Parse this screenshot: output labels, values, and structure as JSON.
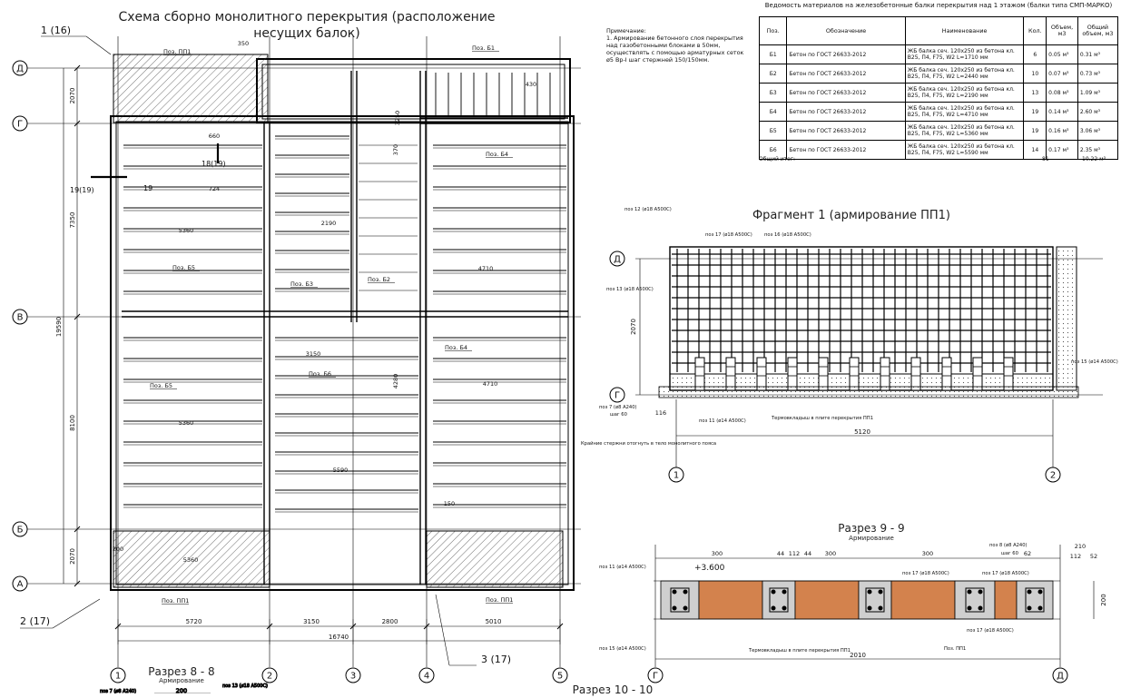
{
  "main_title": "Схема сборно монолитного перекрытия (расположение несущих балок)",
  "fragment_title": "Фрагмент 1 (армирование ПП1)",
  "section99_title": "Разрез 9 - 9",
  "section99_sub": "Армирование",
  "section88_title": "Разрез 8 - 8",
  "section88_sub": "Армирование",
  "section1010_title": "Разрез 10 - 10",
  "note": {
    "heading": "Примечание:",
    "text": "1. Армирование бетонного слоя перекрытия над газобетонными блоками в 50мм, осуществлять с помощью арматурных сеток ø5 Вр-I шаг стержней 150/150мм."
  },
  "table": {
    "caption": "Ведомость материалов на железобетонные балки перекрытия над 1 этажом (балки типа СМП-МАРКО)",
    "headers": [
      "Поз.",
      "Обозначение",
      "Наименование",
      "Кол.",
      "Объем, м3",
      "Общий объем, м3"
    ],
    "rows": [
      [
        "Б1",
        "Бетон по ГОСТ 26633-2012",
        "ЖБ балка сеч. 120х250 из бетона кл. В25, П4, F75, W2 L=1710 мм",
        "6",
        "0.05 м³",
        "0.31 м³"
      ],
      [
        "Б2",
        "Бетон по ГОСТ 26633-2012",
        "ЖБ балка сеч. 120х250 из бетона кл. В25, П4, F75, W2 L=2440 мм",
        "10",
        "0.07 м³",
        "0.73 м³"
      ],
      [
        "Б3",
        "Бетон по ГОСТ 26633-2012",
        "ЖБ балка сеч. 120х250 из бетона кл. В25, П4, F75, W2 L=2190 мм",
        "13",
        "0.08 м³",
        "1.09 м³"
      ],
      [
        "Б4",
        "Бетон по ГОСТ 26633-2012",
        "ЖБ балка сеч. 120х250 из бетона кл. В25, П4, F75, W2 L=4710 мм",
        "19",
        "0.14 м³",
        "2.60 м³"
      ],
      [
        "Б5",
        "Бетон по ГОСТ 26633-2012",
        "ЖБ балка сеч. 120х250 из бетона кл. В25, П4, F75, W2 L=5360 мм",
        "19",
        "0.16 м³",
        "3.06 м³"
      ],
      [
        "Б6",
        "Бетон по ГОСТ 26633-2012",
        "ЖБ балка сеч. 120х250 из бетона кл. В25, П4, F75, W2 L=5590 мм",
        "14",
        "0.17 м³",
        "2.35 м³"
      ]
    ],
    "total_label": "Общий итог:",
    "total_count": "81",
    "total_volume": "10.22 м³"
  },
  "plan": {
    "axes_rows": [
      "Д",
      "Г",
      "В",
      "Б",
      "А"
    ],
    "axes_cols": [
      "1",
      "2",
      "3",
      "4",
      "5"
    ],
    "callouts": [
      "1 (16)",
      "2 (17)",
      "3 (17)",
      "19(19)",
      "18(19)",
      "19"
    ],
    "dims_bottom": [
      "5720",
      "3150",
      "2800",
      "5010"
    ],
    "dim_total": "16740",
    "dims_left": [
      "2070",
      "7350",
      "8100",
      "2070"
    ],
    "dim_left_total": "19590",
    "labels": [
      "Поз. ПП1",
      "Поз. Б1",
      "Поз. Б4",
      "Поз. Б5",
      "Поз. Б3",
      "Поз. Б2",
      "Поз. Б4",
      "Поз. Б5",
      "Поз. Б6",
      "Поз. ПП1",
      "Поз. ПП1"
    ],
    "spans": [
      "5360",
      "2190",
      "4710",
      "3150",
      "4710",
      "5360",
      "5590",
      "5360",
      "724",
      "660",
      "350",
      "430",
      "150",
      "200",
      "3250",
      "370",
      "4280"
    ]
  },
  "fragment": {
    "labels": [
      "поз 12 (ø18 А500С)",
      "поз 17 (ø18 А500С)",
      "поз 16 (ø18 А500С)",
      "поз 13 (ø18 А500С)",
      "поз 7 (ø8 А240)",
      "шаг 60",
      "поз 11 (ø14 А500С)",
      "Термовкладыш в плите перекрытия ПП1",
      "Крайние стержни отогнуть в тело монолитного пояса",
      "поз 15 (ø14 А500С)"
    ],
    "dim": "5120",
    "dim_v": "2070",
    "dim_small": "116",
    "axes": [
      "Д",
      "Г",
      "1",
      "2"
    ]
  },
  "section99": {
    "level": "+3.600",
    "dims": [
      "300",
      "300",
      "300",
      "210",
      "62",
      "112",
      "52",
      "44",
      "112",
      "44"
    ],
    "dim_total": "2010",
    "height": "200",
    "labels": [
      "поз 11 (ø14 А500С)",
      "поз 8 (ø8 А240)",
      "шаг 60",
      "поз 17 (ø18 А500С)",
      "поз 17 (ø18 А500С)",
      "поз 17 (ø18 А500С)",
      "Поз. ПП1",
      "Термовкладыш в плите перекрытия ПП1",
      "поз 15 (ø14 А500С)"
    ],
    "axes": [
      "Г",
      "Д"
    ]
  },
  "section88": {
    "labels": [
      "поз 7 (ø8 А240)",
      "поз 13 (ø18 А500С)"
    ],
    "dim": "200"
  },
  "colors": {
    "insert": "#d3824d",
    "concrete": "#cfcfcf",
    "line": "#000000"
  }
}
